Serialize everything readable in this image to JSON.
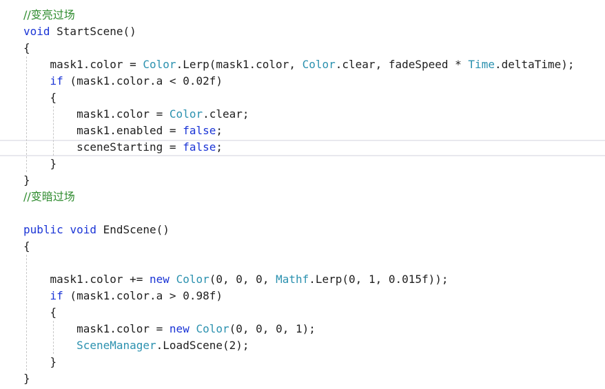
{
  "code_editor": {
    "lines": [
      [
        {
          "t": "//变亮过场",
          "k": "comment"
        }
      ],
      [
        {
          "t": "void",
          "k": "kw"
        },
        {
          "t": " StartScene()",
          "k": "plain"
        }
      ],
      [
        {
          "t": "{",
          "k": "plain"
        }
      ],
      [
        {
          "t": "    mask1.color = ",
          "k": "plain"
        },
        {
          "t": "Color",
          "k": "type"
        },
        {
          "t": ".Lerp(mask1.color, ",
          "k": "plain"
        },
        {
          "t": "Color",
          "k": "type"
        },
        {
          "t": ".clear, fadeSpeed * ",
          "k": "plain"
        },
        {
          "t": "Time",
          "k": "type"
        },
        {
          "t": ".deltaTime);",
          "k": "plain"
        }
      ],
      [
        {
          "t": "    ",
          "k": "plain"
        },
        {
          "t": "if",
          "k": "kw"
        },
        {
          "t": " (mask1.color.a < 0.02f)",
          "k": "plain"
        }
      ],
      [
        {
          "t": "    {",
          "k": "plain"
        }
      ],
      [
        {
          "t": "        mask1.color = ",
          "k": "plain"
        },
        {
          "t": "Color",
          "k": "type"
        },
        {
          "t": ".clear;",
          "k": "plain"
        }
      ],
      [
        {
          "t": "        mask1.enabled = ",
          "k": "plain"
        },
        {
          "t": "false",
          "k": "kw"
        },
        {
          "t": ";",
          "k": "plain"
        }
      ],
      [
        {
          "t": "        sceneStarting = ",
          "k": "plain"
        },
        {
          "t": "false",
          "k": "kw"
        },
        {
          "t": ";",
          "k": "plain"
        }
      ],
      [
        {
          "t": "    }",
          "k": "plain"
        }
      ],
      [
        {
          "t": "}",
          "k": "plain"
        }
      ],
      [
        {
          "t": "//变暗过场",
          "k": "comment"
        }
      ],
      [],
      [
        {
          "t": "public",
          "k": "kw"
        },
        {
          "t": " ",
          "k": "plain"
        },
        {
          "t": "void",
          "k": "kw"
        },
        {
          "t": " EndScene()",
          "k": "plain"
        }
      ],
      [
        {
          "t": "{",
          "k": "plain"
        }
      ],
      [],
      [
        {
          "t": "    mask1.color += ",
          "k": "plain"
        },
        {
          "t": "new",
          "k": "kw"
        },
        {
          "t": " ",
          "k": "plain"
        },
        {
          "t": "Color",
          "k": "type"
        },
        {
          "t": "(0, 0, 0, ",
          "k": "plain"
        },
        {
          "t": "Mathf",
          "k": "type"
        },
        {
          "t": ".Lerp(0, 1, 0.015f));",
          "k": "plain"
        }
      ],
      [
        {
          "t": "    ",
          "k": "plain"
        },
        {
          "t": "if",
          "k": "kw"
        },
        {
          "t": " (mask1.color.a > 0.98f)",
          "k": "plain"
        }
      ],
      [
        {
          "t": "    {",
          "k": "plain"
        }
      ],
      [
        {
          "t": "        mask1.color = ",
          "k": "plain"
        },
        {
          "t": "new",
          "k": "kw"
        },
        {
          "t": " ",
          "k": "plain"
        },
        {
          "t": "Color",
          "k": "type"
        },
        {
          "t": "(0, 0, 0, 1);",
          "k": "plain"
        }
      ],
      [
        {
          "t": "        ",
          "k": "plain"
        },
        {
          "t": "SceneManager",
          "k": "type"
        },
        {
          "t": ".LoadScene(2);",
          "k": "plain"
        }
      ],
      [
        {
          "t": "    }",
          "k": "plain"
        }
      ],
      [
        {
          "t": "}",
          "k": "plain"
        }
      ]
    ],
    "current_line_index": 8
  },
  "colors": {
    "background": "#ffffff",
    "comment": "#2e8b2e",
    "keyword": "#1a34d6",
    "type": "#2b91af",
    "plain": "#1e1e1e",
    "current_line_border": "#e8e8ee",
    "indent_guide": "#c8c8c8"
  }
}
